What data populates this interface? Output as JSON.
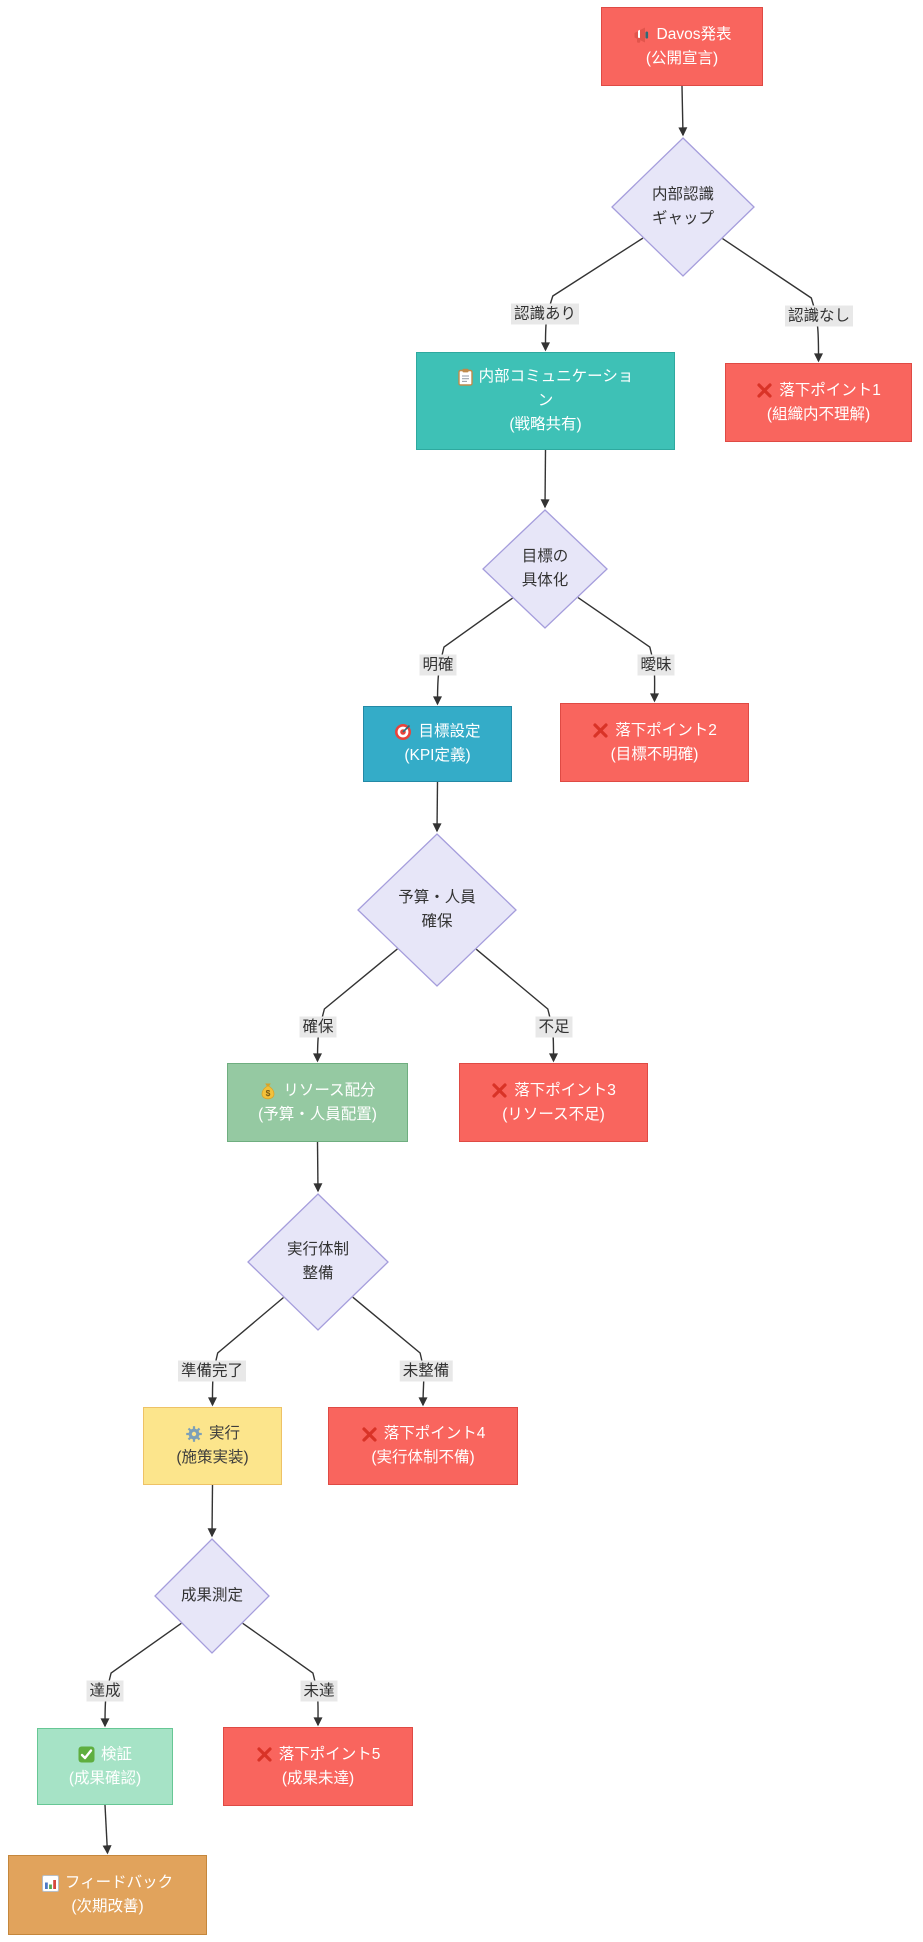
{
  "flowchart": {
    "nodes": [
      {
        "id": "davos",
        "kind": "rect",
        "variant": "red",
        "icon": "megaphone-icon",
        "lines": [
          "Davos発表",
          "(公開宣言)"
        ]
      },
      {
        "id": "gap",
        "kind": "diamond",
        "variant": "decision",
        "lines": [
          "内部認識",
          "ギャップ"
        ]
      },
      {
        "id": "comm",
        "kind": "rect",
        "variant": "teal",
        "icon": "clipboard-icon",
        "lines": [
          "内部コミュニケーショ",
          "ン",
          "(戦略共有)"
        ]
      },
      {
        "id": "fall1",
        "kind": "rect",
        "variant": "red",
        "icon": "x-icon",
        "lines": [
          "落下ポイント1",
          "(組織内不理解)"
        ]
      },
      {
        "id": "goal",
        "kind": "diamond",
        "variant": "decision",
        "lines": [
          "目標の",
          "具体化"
        ]
      },
      {
        "id": "kpi",
        "kind": "rect",
        "variant": "blue",
        "icon": "target-icon",
        "lines": [
          "目標設定",
          "(KPI定義)"
        ]
      },
      {
        "id": "fall2",
        "kind": "rect",
        "variant": "red",
        "icon": "x-icon",
        "lines": [
          "落下ポイント2",
          "(目標不明確)"
        ]
      },
      {
        "id": "budget",
        "kind": "diamond",
        "variant": "decision",
        "lines": [
          "予算・人員",
          "確保"
        ]
      },
      {
        "id": "resource",
        "kind": "rect",
        "variant": "green",
        "icon": "moneybag-icon",
        "lines": [
          "リソース配分",
          "(予算・人員配置)"
        ]
      },
      {
        "id": "fall3",
        "kind": "rect",
        "variant": "red",
        "icon": "x-icon",
        "lines": [
          "落下ポイント3",
          "(リソース不足)"
        ]
      },
      {
        "id": "setup",
        "kind": "diamond",
        "variant": "decision",
        "lines": [
          "実行体制",
          "整備"
        ]
      },
      {
        "id": "exec",
        "kind": "rect",
        "variant": "yellow",
        "icon": "gear-icon",
        "lines": [
          "実行",
          "(施策実装)"
        ]
      },
      {
        "id": "fall4",
        "kind": "rect",
        "variant": "red",
        "icon": "x-icon",
        "lines": [
          "落下ポイント4",
          "(実行体制不備)"
        ]
      },
      {
        "id": "measure",
        "kind": "diamond",
        "variant": "decision",
        "lines": [
          "成果測定"
        ]
      },
      {
        "id": "verify",
        "kind": "rect",
        "variant": "mint",
        "icon": "check-icon",
        "lines": [
          "検証",
          "(成果確認)"
        ]
      },
      {
        "id": "fall5",
        "kind": "rect",
        "variant": "red",
        "icon": "x-icon",
        "lines": [
          "落下ポイント5",
          "(成果未達)"
        ]
      },
      {
        "id": "feedback",
        "kind": "rect",
        "variant": "orange",
        "icon": "barchart-icon",
        "lines": [
          "フィードバック",
          "(次期改善)"
        ]
      }
    ],
    "edges": [
      {
        "from": "davos",
        "to": "gap",
        "label": ""
      },
      {
        "from": "gap",
        "to": "comm",
        "label": "認識あり"
      },
      {
        "from": "gap",
        "to": "fall1",
        "label": "認識なし"
      },
      {
        "from": "comm",
        "to": "goal",
        "label": ""
      },
      {
        "from": "goal",
        "to": "kpi",
        "label": "明確"
      },
      {
        "from": "goal",
        "to": "fall2",
        "label": "曖昧"
      },
      {
        "from": "kpi",
        "to": "budget",
        "label": ""
      },
      {
        "from": "budget",
        "to": "resource",
        "label": "確保"
      },
      {
        "from": "budget",
        "to": "fall3",
        "label": "不足"
      },
      {
        "from": "resource",
        "to": "setup",
        "label": ""
      },
      {
        "from": "setup",
        "to": "exec",
        "label": "準備完了"
      },
      {
        "from": "setup",
        "to": "fall4",
        "label": "未整備"
      },
      {
        "from": "exec",
        "to": "measure",
        "label": ""
      },
      {
        "from": "measure",
        "to": "verify",
        "label": "達成"
      },
      {
        "from": "measure",
        "to": "fall5",
        "label": "未達"
      },
      {
        "from": "verify",
        "to": "feedback",
        "label": ""
      }
    ],
    "colors": {
      "red_fill": "#F9655E",
      "red_stroke": "#DF4A44",
      "teal_fill": "#3EC1B6",
      "teal_stroke": "#2EA99F",
      "blue_fill": "#34ACC8",
      "blue_stroke": "#2389A6",
      "green_fill": "#95C9A2",
      "green_stroke": "#6FAE80",
      "yellow_fill": "#FCE58C",
      "yellow_stroke": "#EEC266",
      "mint_fill": "#A6E3C6",
      "mint_stroke": "#67C795",
      "orange_fill": "#E1A35C",
      "orange_stroke": "#C5873C",
      "decision_fill": "#E7E6F8",
      "decision_stroke": "#A59DDC",
      "edge": "#333333",
      "label_bg": "#E8E8E8",
      "label_text": "#333333",
      "light_text": "#FFFFFF",
      "dark_text": "#3D3D3D",
      "decision_text": "#333333"
    }
  }
}
